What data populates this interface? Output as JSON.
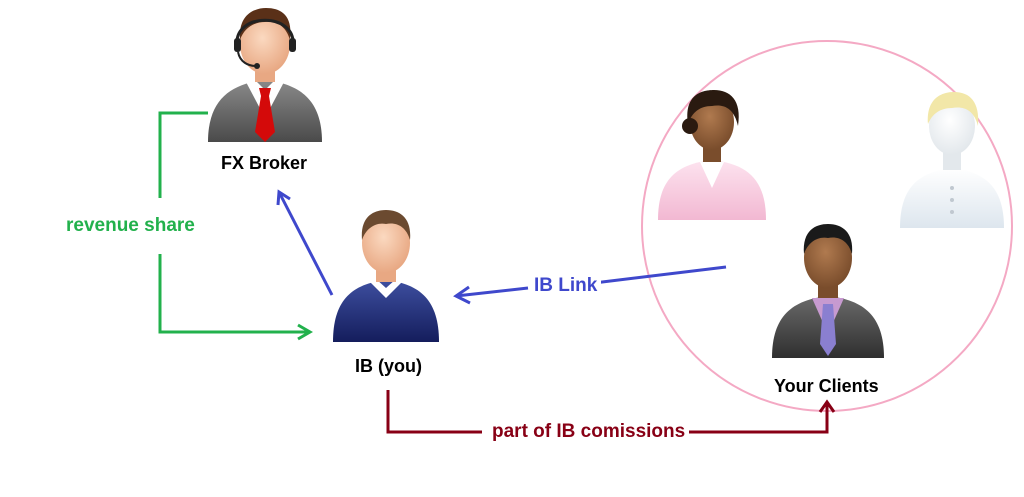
{
  "nodes": {
    "broker": {
      "label": "FX Broker"
    },
    "ib": {
      "label": "IB (you)"
    },
    "clients": {
      "label": "Your Clients"
    }
  },
  "edges": {
    "revenue": {
      "label": "revenue share"
    },
    "ib_link": {
      "label": "IB Link"
    },
    "commissions": {
      "label": "part of IB comissions"
    }
  },
  "colors": {
    "revenue": "#22b14c",
    "ib_link": "#3f48cc",
    "commissions": "#880015",
    "circle": "#f4a9c4"
  },
  "icons": [
    "broker-headset-person-icon",
    "ib-person-icon",
    "female-client-icon",
    "blonde-client-icon",
    "male-client-icon"
  ]
}
